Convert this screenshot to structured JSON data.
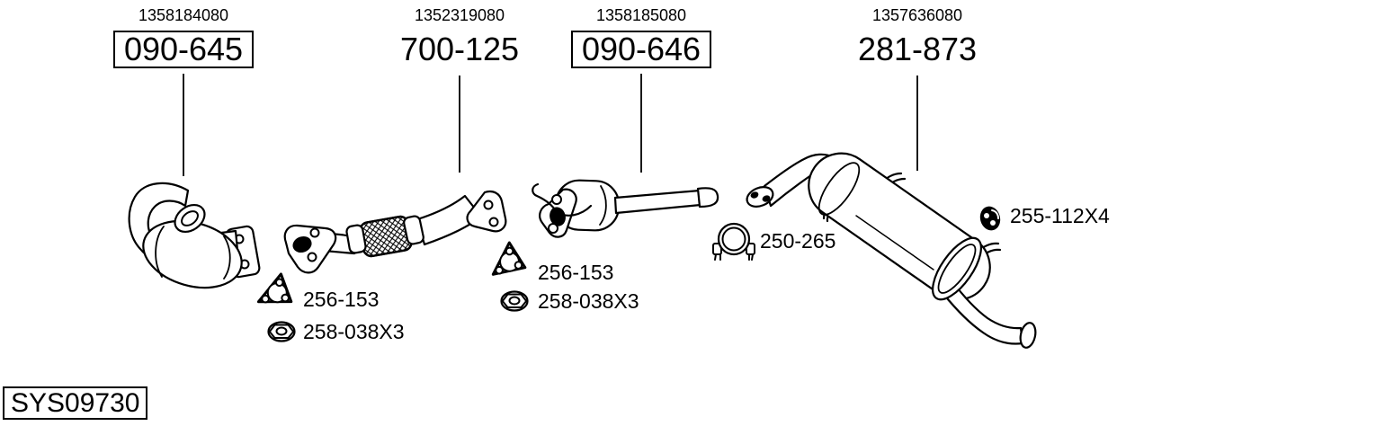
{
  "colors": {
    "ink": "#000000",
    "background": "#ffffff"
  },
  "system_code": "SYS09730",
  "header_groups": [
    {
      "oem_number": "1358184080",
      "part_code": "090-645",
      "boxed": true,
      "part_drawing": "front-catalytic-converter"
    },
    {
      "oem_number": "1352319080",
      "part_code": "700-125",
      "boxed": false,
      "part_drawing": "front-flex-pipe"
    },
    {
      "oem_number": "1358185080",
      "part_code": "090-646",
      "boxed": true,
      "part_drawing": "center-silencer"
    },
    {
      "oem_number": "1357636080",
      "part_code": "281-873",
      "boxed": false,
      "part_drawing": "rear-silencer"
    }
  ],
  "fitting_labels": [
    {
      "code": "256-153",
      "icon": "flange-gasket-icon"
    },
    {
      "code": "258-038X3",
      "icon": "flange-nut-icon"
    },
    {
      "code": "256-153",
      "icon": "flange-gasket-icon"
    },
    {
      "code": "258-038X3",
      "icon": "flange-nut-icon"
    },
    {
      "code": "250-265",
      "icon": "pipe-clamp-icon"
    },
    {
      "code": "255-112X4",
      "icon": "rubber-mount-icon"
    }
  ]
}
